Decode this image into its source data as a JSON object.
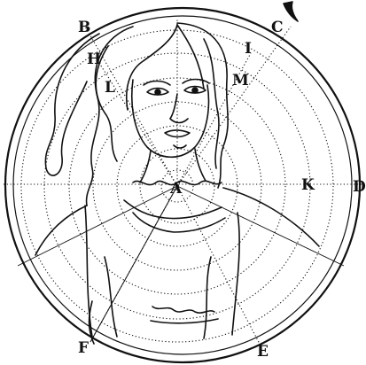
{
  "labels": {
    "A": "A",
    "B": "B",
    "C": "C",
    "D": "D",
    "E": "E",
    "F": "F",
    "H": "H",
    "I": "I",
    "K": "K",
    "L": "L",
    "M": "M"
  },
  "colors": {
    "ink": "#111111",
    "paper": "#ffffff"
  }
}
